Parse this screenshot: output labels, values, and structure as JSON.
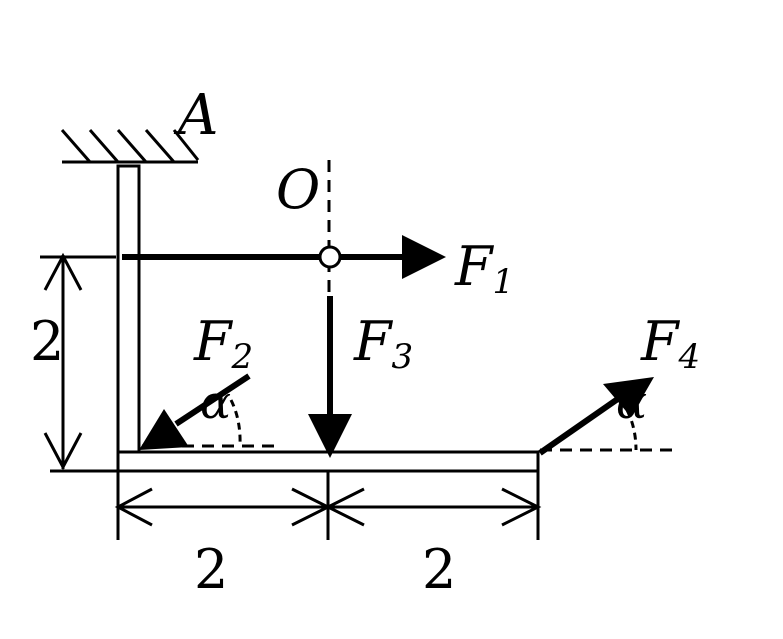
{
  "labels": {
    "A": "A",
    "O": "O",
    "F1": {
      "main": "F",
      "sub": "1"
    },
    "F2": {
      "main": "F",
      "sub": "2"
    },
    "F3": {
      "main": "F",
      "sub": "3"
    },
    "F4": {
      "main": "F",
      "sub": "4"
    },
    "alpha_left": "α",
    "alpha_right": "α"
  },
  "dimensions": {
    "vertical": "2",
    "horizontal_left": "2",
    "horizontal_right": "2"
  },
  "colors": {
    "ink": "#000000",
    "background": "#ffffff"
  }
}
